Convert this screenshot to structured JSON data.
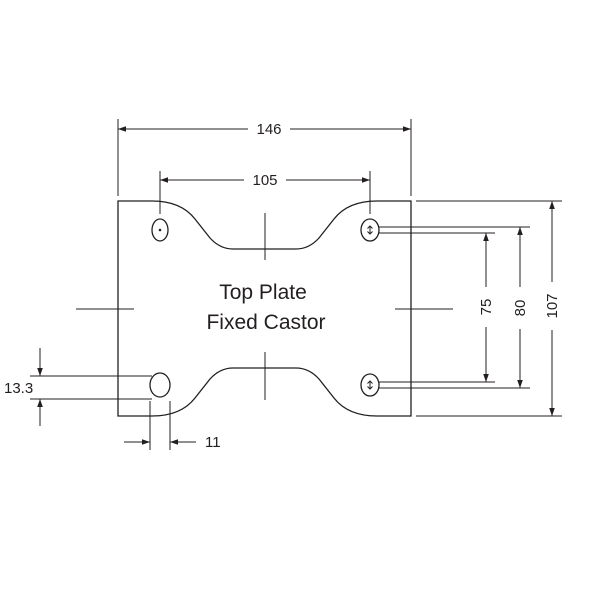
{
  "title_line1": "Top Plate",
  "title_line2": "Fixed Castor",
  "dimensions": {
    "overall_width": "146",
    "hole_spacing_width": "105",
    "hole_spacing_height": "75",
    "slot_outer_height": "80",
    "overall_height": "107",
    "slot_offset": "13.3",
    "slot_width": "11"
  },
  "colors": {
    "line": "#231f20",
    "background": "#ffffff"
  }
}
